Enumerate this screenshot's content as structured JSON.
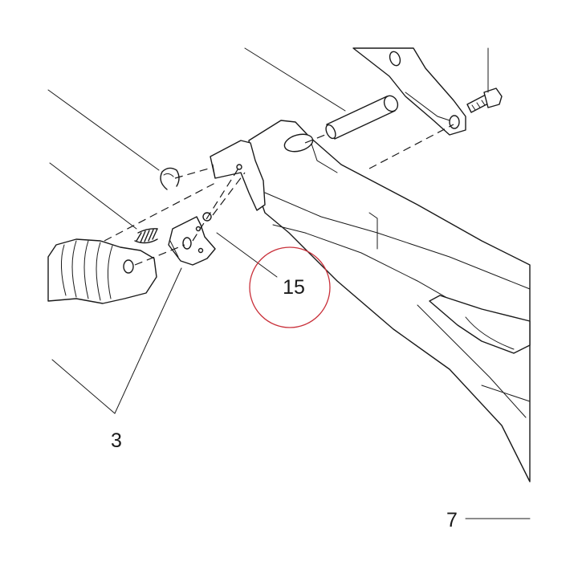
{
  "diagram": {
    "callouts": {
      "part_3": "3",
      "part_7": "7",
      "part_15": "15"
    },
    "highlight_color": "#c9303a",
    "line_color": "#1a1a1a"
  }
}
